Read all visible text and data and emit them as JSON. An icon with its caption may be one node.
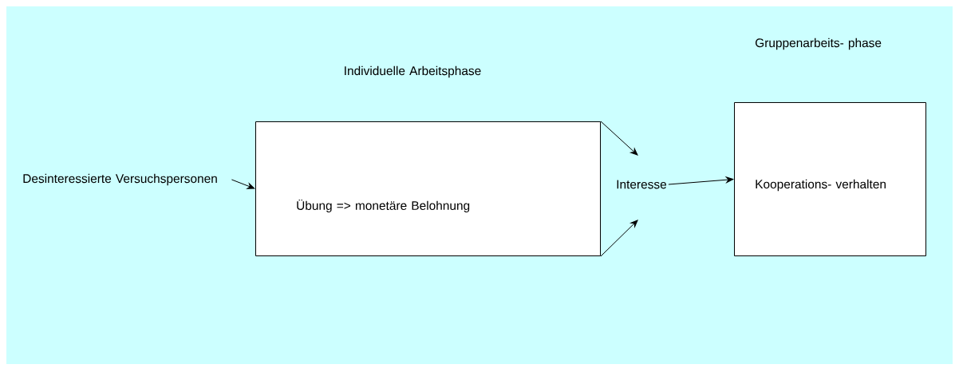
{
  "diagram": {
    "nodes": [
      {
        "text": [
          "Desinteressierte Versuchspersonen"
        ]
      },
      {
        "text": [
          "Individuelle Arbeitsphase",
          "Übung => monetäre Belohnung"
        ]
      },
      {
        "text": [
          "Interesse"
        ]
      },
      {
        "text": [
          "Gruppenarbeits- phase",
          "Kooperations- verhalten"
        ]
      }
    ],
    "edges": [
      {
        "from": 0,
        "to": 1,
        "arrow": "to"
      },
      {
        "from": 1,
        "to": 2,
        "arrow": "to"
      },
      {
        "from": 1,
        "to": 2,
        "arrow": "to"
      },
      {
        "from": 2,
        "to": 3,
        "arrow": "to"
      }
    ]
  }
}
